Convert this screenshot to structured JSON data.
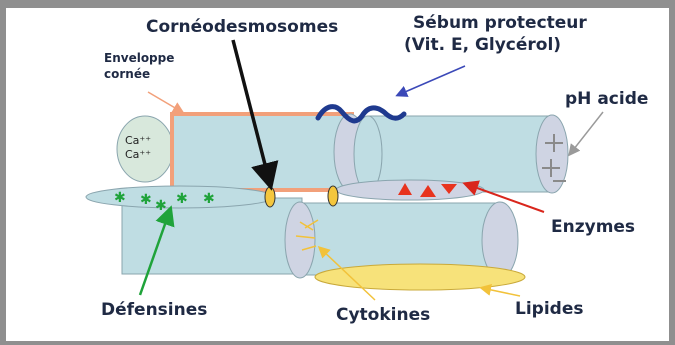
{
  "labels": {
    "corneodesmosomes": "Cornéodesmosomes",
    "sebum_line1": "Sébum protecteur",
    "sebum_line2": "(Vit. E, Glycérol)",
    "enveloppe_line1": "Enveloppe",
    "enveloppe_line2": "cornée",
    "ph_acide": "pH acide",
    "enzymes": "Enzymes",
    "defensines": "Défensines",
    "cytokines": "Cytokines",
    "lipides": "Lipides",
    "calcium_1": "Ca⁺⁺",
    "calcium_2": "Ca⁺⁺"
  },
  "colors": {
    "cell_fill": "#bfdde3",
    "cell_stroke": "#8aa5ae",
    "cap_fill": "#cfd4e3",
    "envelope_border": "#f2a07a",
    "sebum": "#1f3a8f",
    "arrow_blue": "#3b49b8",
    "arrow_red": "#d9261c",
    "arrow_green": "#1fa33a",
    "arrow_yellow": "#f2c23a",
    "arrow_gray": "#9a9a9a",
    "lipid_fill": "#f7e27a",
    "enzyme_triangle": "#e8331e",
    "calcium_fill": "#d8e8dc",
    "text": "#1f2a44"
  }
}
